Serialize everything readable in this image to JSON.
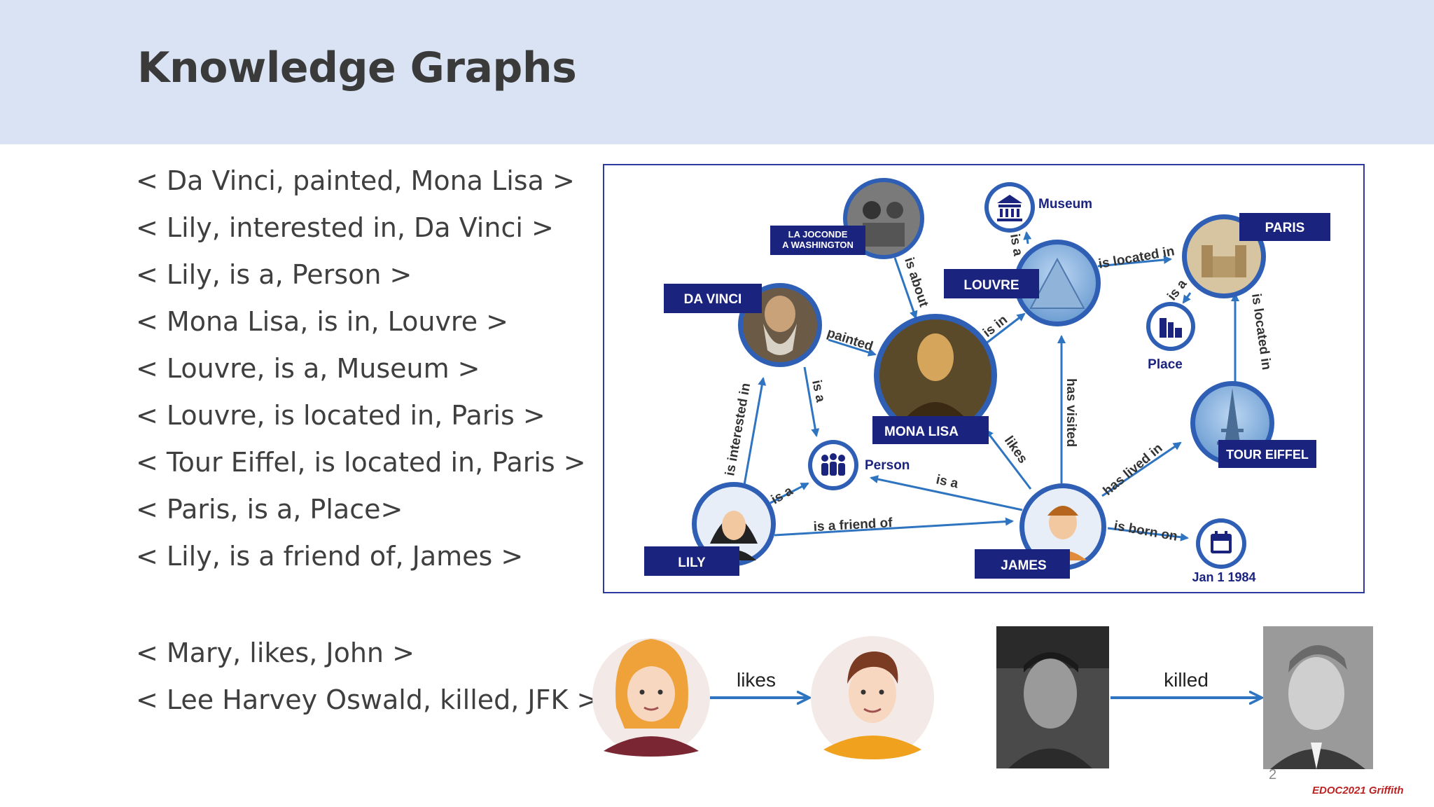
{
  "title": "Knowledge Graphs",
  "triples": [
    "< Da Vinci, painted, Mona Lisa >",
    "< Lily, interested in, Da Vinci >",
    "< Lily, is a, Person >",
    "< Mona Lisa, is in, Louvre >",
    "< Louvre, is a, Museum >",
    "< Louvre, is located in, Paris >",
    "< Tour Eiffel, is located in, Paris >",
    "< Paris, is a, Place>",
    "< Lily, is a friend of, James >"
  ],
  "triples2": [
    "< Mary, likes, John >",
    "< Lee Harvey Oswald, killed, JFK >"
  ],
  "graph": {
    "nodes": {
      "davinci": "DA VINCI",
      "joconde_1": "LA JOCONDE",
      "joconde_2": "A WASHINGTON",
      "monalisa": "MONA LISA",
      "louvre": "LOUVRE",
      "museum": "Museum",
      "paris": "PARIS",
      "place": "Place",
      "eiffel": "TOUR EIFFEL",
      "person": "Person",
      "lily": "LILY",
      "james": "JAMES",
      "date": "Jan 1 1984"
    },
    "edges": {
      "painted": "painted",
      "is_about": "is about",
      "is_in": "is in",
      "louvre_is_a": "is a",
      "is_located_in_1": "is located in",
      "paris_is_a": "is a",
      "is_located_in_2": "is located in",
      "davinci_is_a": "is a",
      "interested": "is interested in",
      "lily_is_a": "is a",
      "friend": "is a friend of",
      "james_is_a": "is a",
      "likes": "likes",
      "has_visited": "has visited",
      "has_lived_in": "has lived in",
      "is_born_on": "is born on"
    }
  },
  "examples": {
    "likes": "likes",
    "killed": "killed"
  },
  "slide_number": "2",
  "watermark": "EDOC2021 Griffith",
  "colors": {
    "header_bg": "#dae3f3",
    "navy": "#1a237e",
    "arrow_blue": "#2f74c0",
    "frame": "#2e3a9e"
  }
}
